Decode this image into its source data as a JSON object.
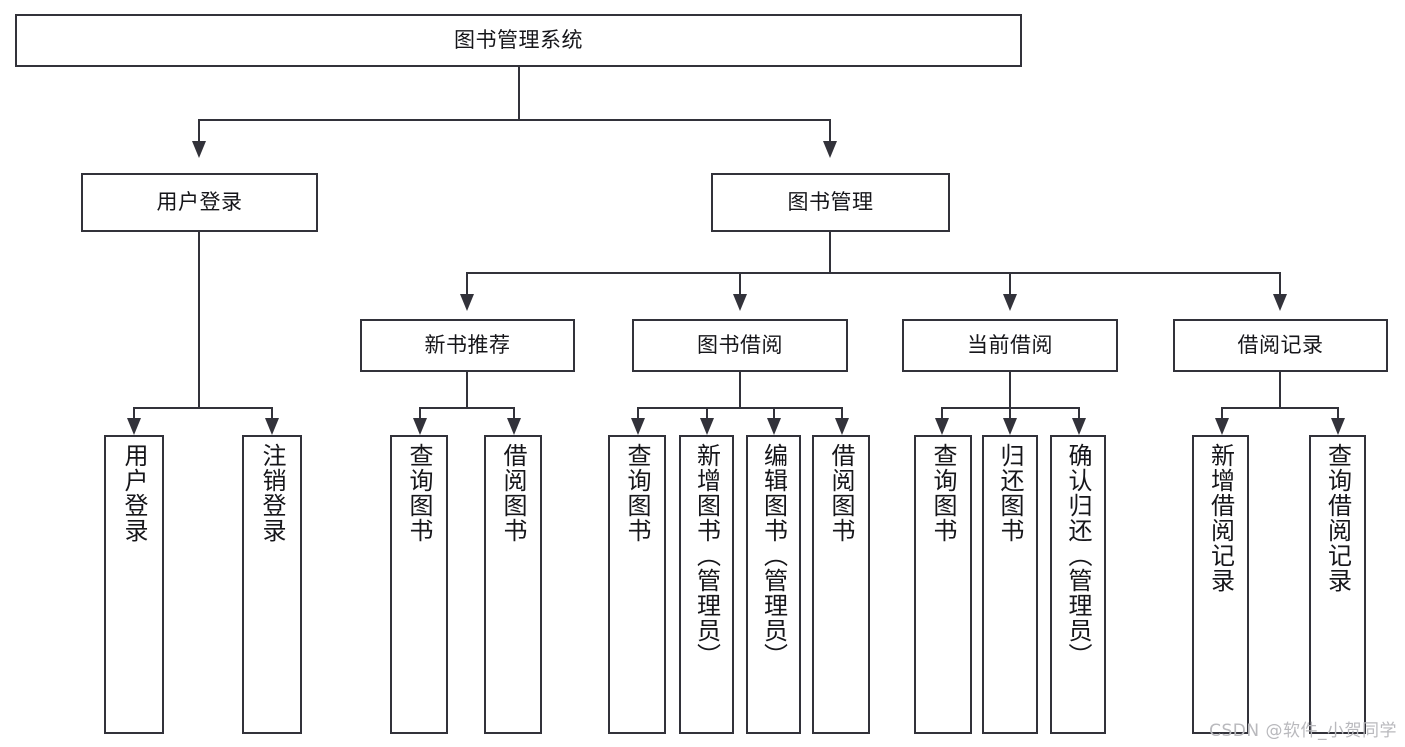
{
  "diagram": {
    "type": "tree-hierarchy-chart",
    "title": "图书管理系统",
    "watermark": "CSDN @软件_小贺同学",
    "colors": {
      "box_border": "#32323a",
      "box_fill": "#ffffff",
      "connector": "#32323a",
      "text": "#16161a",
      "watermark": "#b9b9bd",
      "background": "#ffffff"
    },
    "levels": {
      "root": {
        "label": "图书管理系统"
      },
      "level2": [
        {
          "label": "用户登录"
        },
        {
          "label": "图书管理"
        }
      ],
      "level3": [
        {
          "label": "新书推荐"
        },
        {
          "label": "图书借阅"
        },
        {
          "label": "当前借阅"
        },
        {
          "label": "借阅记录"
        }
      ],
      "leaves": {
        "user_login": [
          {
            "label": "用户登录"
          },
          {
            "label": "注销登录"
          }
        ],
        "new_book_recommend": [
          {
            "label": "查询图书"
          },
          {
            "label": "借阅图书"
          }
        ],
        "book_borrow": [
          {
            "label": "查询图书"
          },
          {
            "label": "新增图书（管理员）"
          },
          {
            "label": "编辑图书（管理员）"
          },
          {
            "label": "借阅图书"
          }
        ],
        "current_borrow": [
          {
            "label": "查询图书"
          },
          {
            "label": "归还图书"
          },
          {
            "label": "确认归还（管理员）"
          }
        ],
        "borrow_record": [
          {
            "label": "新增借阅记录"
          },
          {
            "label": "查询借阅记录"
          }
        ]
      }
    }
  }
}
